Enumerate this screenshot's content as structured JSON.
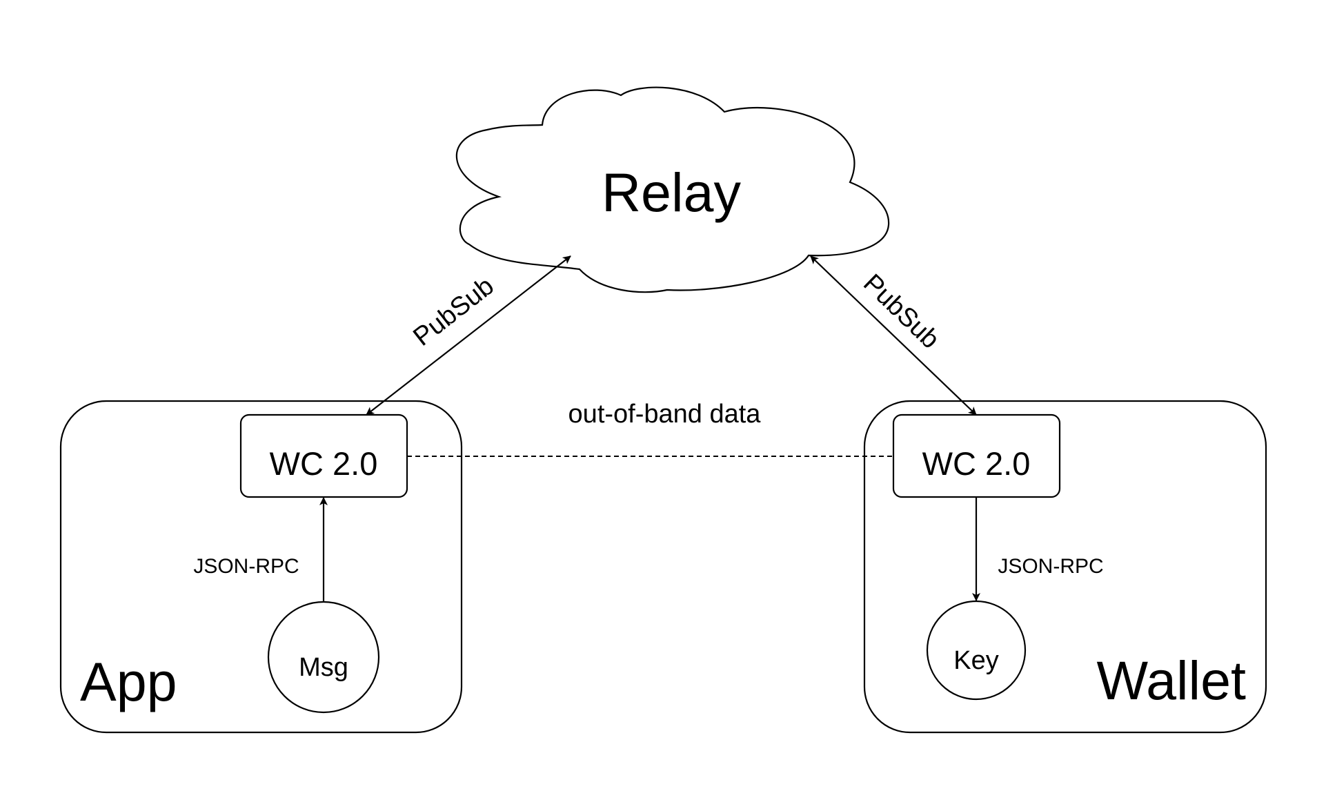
{
  "relay": {
    "label": "Relay"
  },
  "edges": {
    "left_pubsub_label": "PubSub",
    "right_pubsub_label": "PubSub",
    "out_of_band_label": "out-of-band data",
    "app_jsonrpc_label": "JSON-RPC",
    "wallet_jsonrpc_label": "JSON-RPC"
  },
  "app": {
    "label": "App",
    "wc_label": "WC 2.0",
    "node_label": "Msg"
  },
  "wallet": {
    "label": "Wallet",
    "wc_label": "WC 2.0",
    "node_label": "Key"
  }
}
